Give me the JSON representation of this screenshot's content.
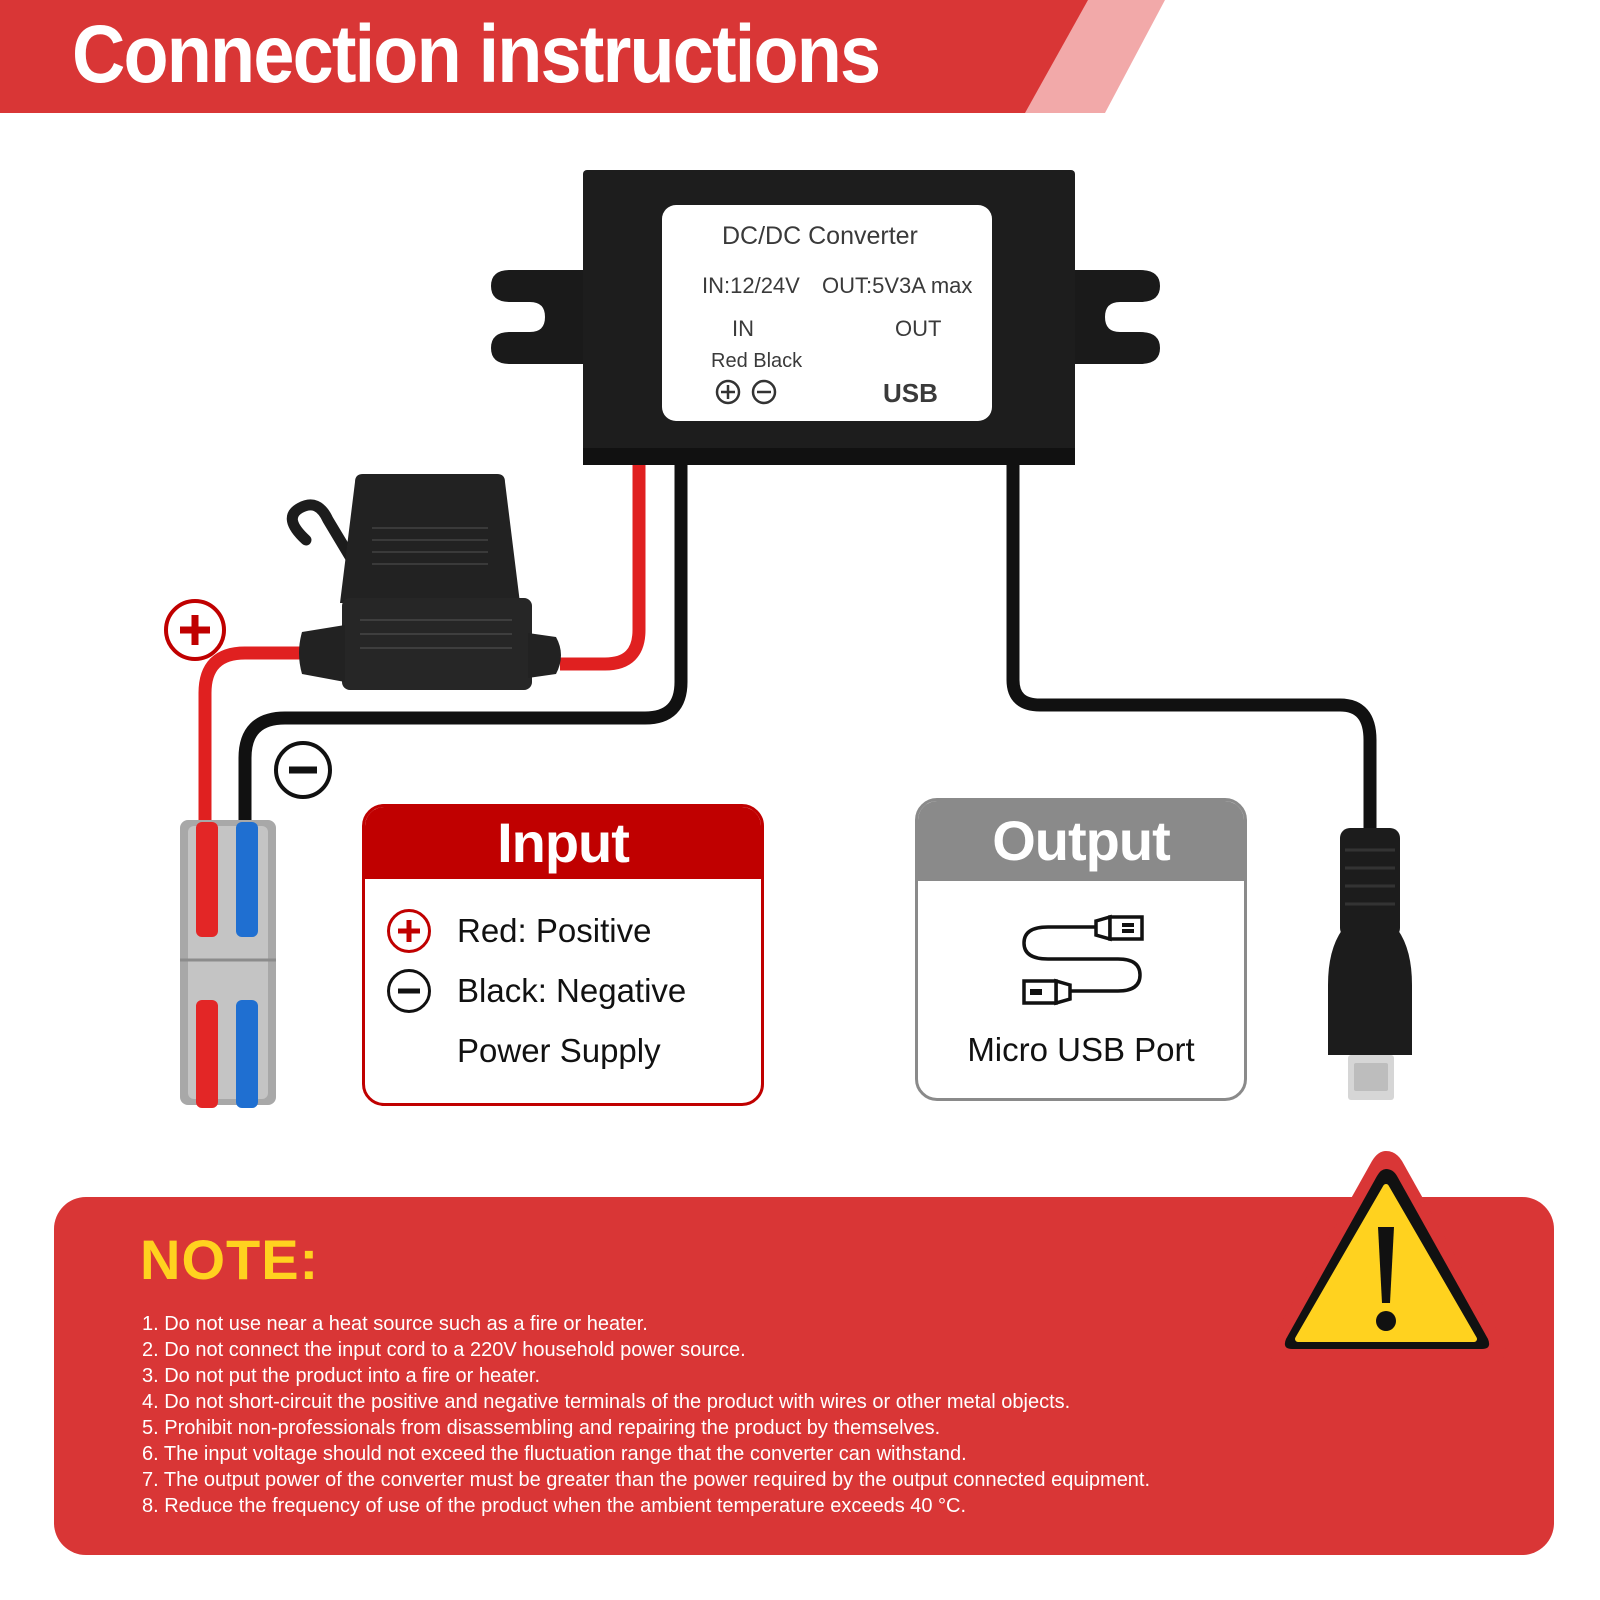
{
  "header": {
    "title": "Connection instructions"
  },
  "converter": {
    "title": "DC/DC Converter",
    "input_spec": "IN:12/24V",
    "output_spec": "OUT:5V3A max",
    "in_label": "IN",
    "out_label": "OUT",
    "wire_colors": "Red Black",
    "usb_label": "USB"
  },
  "input_box": {
    "title": "Input",
    "items": [
      {
        "icon": "plus-icon",
        "text": "Red: Positive"
      },
      {
        "icon": "minus-icon",
        "text": "Black: Negative"
      },
      {
        "icon": "",
        "text": "Power Supply"
      }
    ]
  },
  "output_box": {
    "title": "Output",
    "icon": "usb-cable-icon",
    "text": "Micro USB Port"
  },
  "note": {
    "title": "NOTE:",
    "items": [
      "1. Do not use near a heat source such as a fire or heater.",
      "2. Do not connect the input cord to a 220V household power source.",
      "3. Do not put the product into a fire or heater.",
      "4. Do not short-circuit the positive and negative terminals of the product with wires or other metal objects.",
      "5. Prohibit non-professionals from disassembling and repairing the product by themselves.",
      "6. The input voltage should not exceed the fluctuation range that the converter can withstand.",
      "7. The output power of the converter must be greater than the power required by the output connected equipment.",
      "8. Reduce the frequency of use of the product when the ambient temperature exceeds 40 °C."
    ]
  },
  "colors": {
    "brand_red": "#d93636",
    "input_red": "#c00000",
    "output_gray": "#8a8a8a",
    "note_yellow": "#ffd21f",
    "wire_red": "#e02020",
    "wire_black": "#111111",
    "connector_blue": "#1f6fd1"
  }
}
